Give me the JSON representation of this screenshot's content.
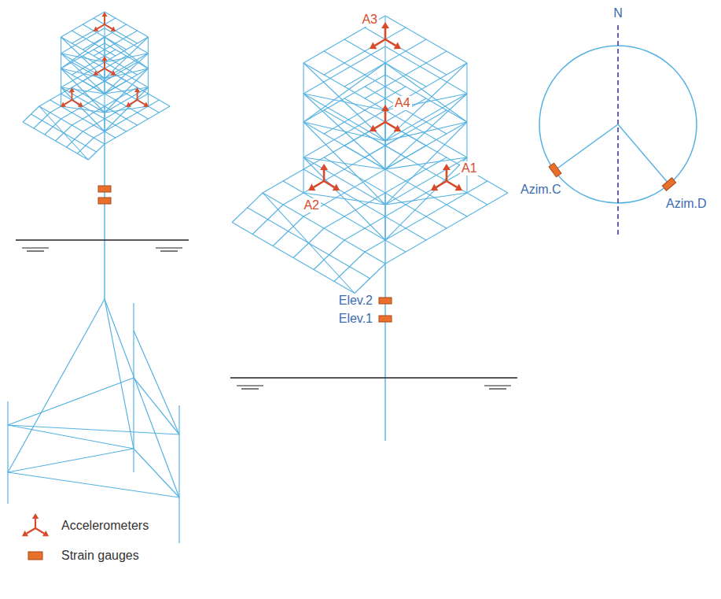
{
  "diagram": {
    "labels": [
      "A3",
      "A4",
      "A2",
      "A1",
      "Elev.2",
      "Elev.1",
      "N",
      "Azim.C",
      "Azim.D"
    ],
    "legend": [
      {
        "text": "Accelerometers"
      },
      {
        "text": "Strain gauges",
        "color": "#e8702a"
      }
    ]
  }
}
